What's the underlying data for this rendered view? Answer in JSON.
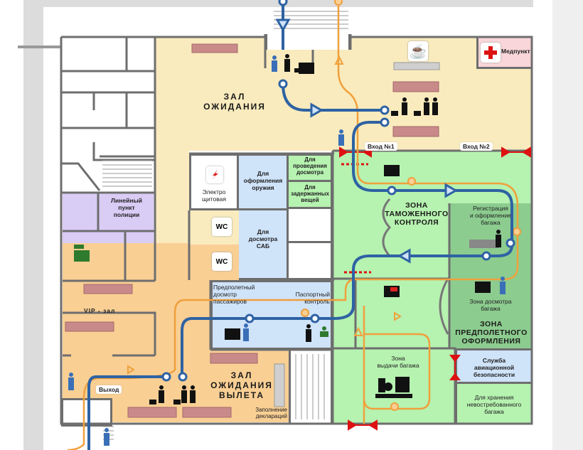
{
  "plan": {
    "title": "Airport terminal floor plan",
    "colors": {
      "waiting": "#f9ebbd",
      "departure": "#f9cf94",
      "police": "#d9ccf5",
      "security_blue": "#cfe3f9",
      "green_zone": "#b6f2b0",
      "dark_green": "#8ccc8f",
      "medical": "#f9d6d9",
      "wall": "#6e6e6e",
      "route_blue": "#2e62a3",
      "route_orange": "#f0a03c",
      "barrier_red": "#dd1111",
      "bench": "#c98a8a"
    }
  },
  "rooms": {
    "waiting_hall": "ЗАЛ\nОЖИДАНИЯ",
    "medpoint": "Медпункт",
    "entrance_1": "Вход №1",
    "entrance_2": "Вход №2",
    "police": "Линейный\nпункт\nполиции",
    "electro": "Электро\nщитовая",
    "weapons": "Для\nоформления\nоружия",
    "inspection": "Для\nпроведения\nдосмотра",
    "detained": "Для\nзадержанных\nвещей",
    "wc1": "WC",
    "wc2": "WC",
    "sab": "Для\nдосмотра\nСАБ",
    "customs": "ЗОНА\nТАМОЖЕННОГО\nКОНТРОЛЯ",
    "checkin": "Регистрация\nи оформление\nбагажа",
    "baggage_screen": "Зона досмотра\nбагажа",
    "preflight_zone": "ЗОНА\nПРЕДПОЛЕТНОГО\nОФОРМЛЕНИЯ",
    "vip": "VIP - зал",
    "preflight_check": "Предполетный\nдосмотр\nпассажиров",
    "passport": "Паспортный\nконтроль",
    "departure_hall": "ЗАЛ\nОЖИДАНИЯ\nВЫЛЕТА",
    "declarations": "Заполнение\nдеклараций",
    "exit": "Выход",
    "baggage_claim": "Зона\nвыдачи багажа",
    "aviation_security": "Служба\nавиационной\nбезопасности",
    "unclaimed": "Для хранения\nневостребованного\nбагажа"
  },
  "icons": {
    "cafe": "coffee-cup-icon",
    "medical": "red-cross-icon",
    "electro": "lightning-icon",
    "police": "police-officer-icon",
    "baggage": "baggage-carousel-icon"
  }
}
